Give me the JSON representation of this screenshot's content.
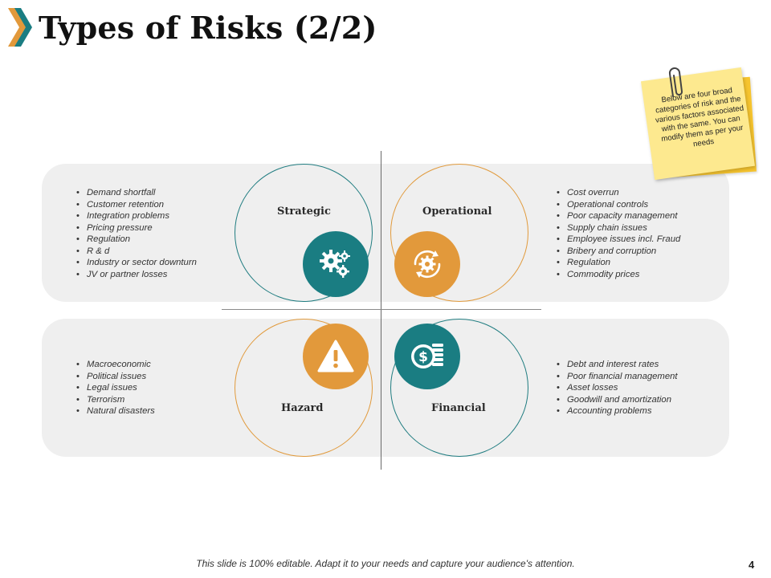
{
  "title": "Types of Risks (2/2)",
  "colors": {
    "teal": "#1a7d82",
    "orange": "#e2993b",
    "panel": "#efefef",
    "note": "#fde98f"
  },
  "quadrants": {
    "strategic": {
      "label": "Strategic",
      "icon": "gears-icon",
      "items": [
        "Demand shortfall",
        "Customer retention",
        "Integration problems",
        "Pricing pressure",
        "Regulation",
        "R & d",
        "Industry or sector downturn",
        "JV or partner losses"
      ]
    },
    "operational": {
      "label": "Operational",
      "icon": "cycle-gear-icon",
      "items": [
        "Cost overrun",
        "Operational controls",
        "Poor capacity management",
        "Supply chain issues",
        "Employee issues incl. Fraud",
        "Bribery and corruption",
        "Regulation",
        "Commodity prices"
      ]
    },
    "hazard": {
      "label": "Hazard",
      "icon": "warning-icon",
      "items": [
        "Macroeconomic",
        "Political issues",
        "Legal issues",
        "Terrorism",
        "Natural disasters"
      ]
    },
    "financial": {
      "label": "Financial",
      "icon": "dollar-coins-icon",
      "items": [
        "Debt and interest rates",
        "Poor financial management",
        "Asset losses",
        "Goodwill and amortization",
        "Accounting problems"
      ]
    }
  },
  "note": {
    "text": "Below are four broad categories of risk and the various factors associated with the same. You can modify them as per your needs"
  },
  "footer": {
    "text": "This slide is 100% editable. Adapt it to your needs and capture your audience's attention.",
    "page": "4"
  }
}
